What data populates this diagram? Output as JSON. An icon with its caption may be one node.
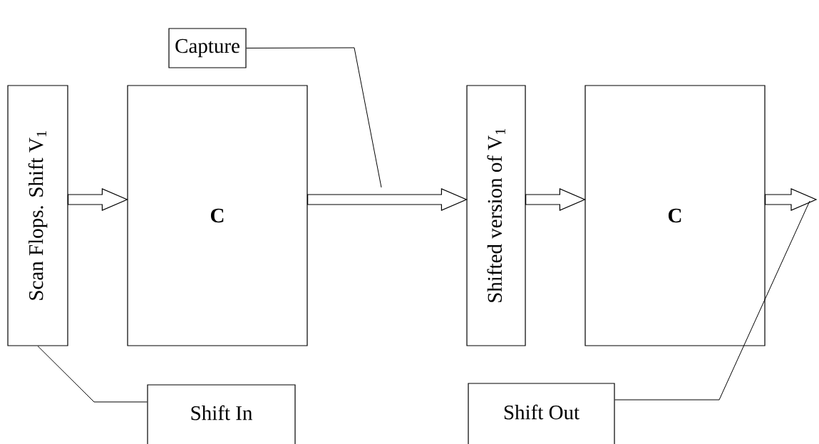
{
  "diagram": {
    "nodes": [
      {
        "text": [
          "Scan Flops. Shift V$_{1}$"
        ]
      },
      {
        "text": [
          "C"
        ]
      },
      {
        "text": [
          "Shifted version of  V$_{1}$"
        ]
      },
      {
        "text": [
          "C"
        ]
      },
      {
        "text": [
          "Capture"
        ]
      },
      {
        "text": [
          "Shift In"
        ]
      },
      {
        "text": [
          "Shift Out"
        ]
      }
    ],
    "edges": [
      {
        "from": 0,
        "to": 1,
        "arrow": "to"
      },
      {
        "from": 1,
        "to": 2,
        "arrow": "to"
      },
      {
        "from": 2,
        "to": 3,
        "arrow": "to"
      },
      {
        "from": 3,
        "to": null,
        "arrow": "to"
      },
      {
        "from": 4,
        "to": null,
        "arrow": "none"
      },
      {
        "from": 5,
        "to": 0,
        "arrow": "none"
      },
      {
        "from": 6,
        "to": null,
        "arrow": "none"
      }
    ]
  }
}
